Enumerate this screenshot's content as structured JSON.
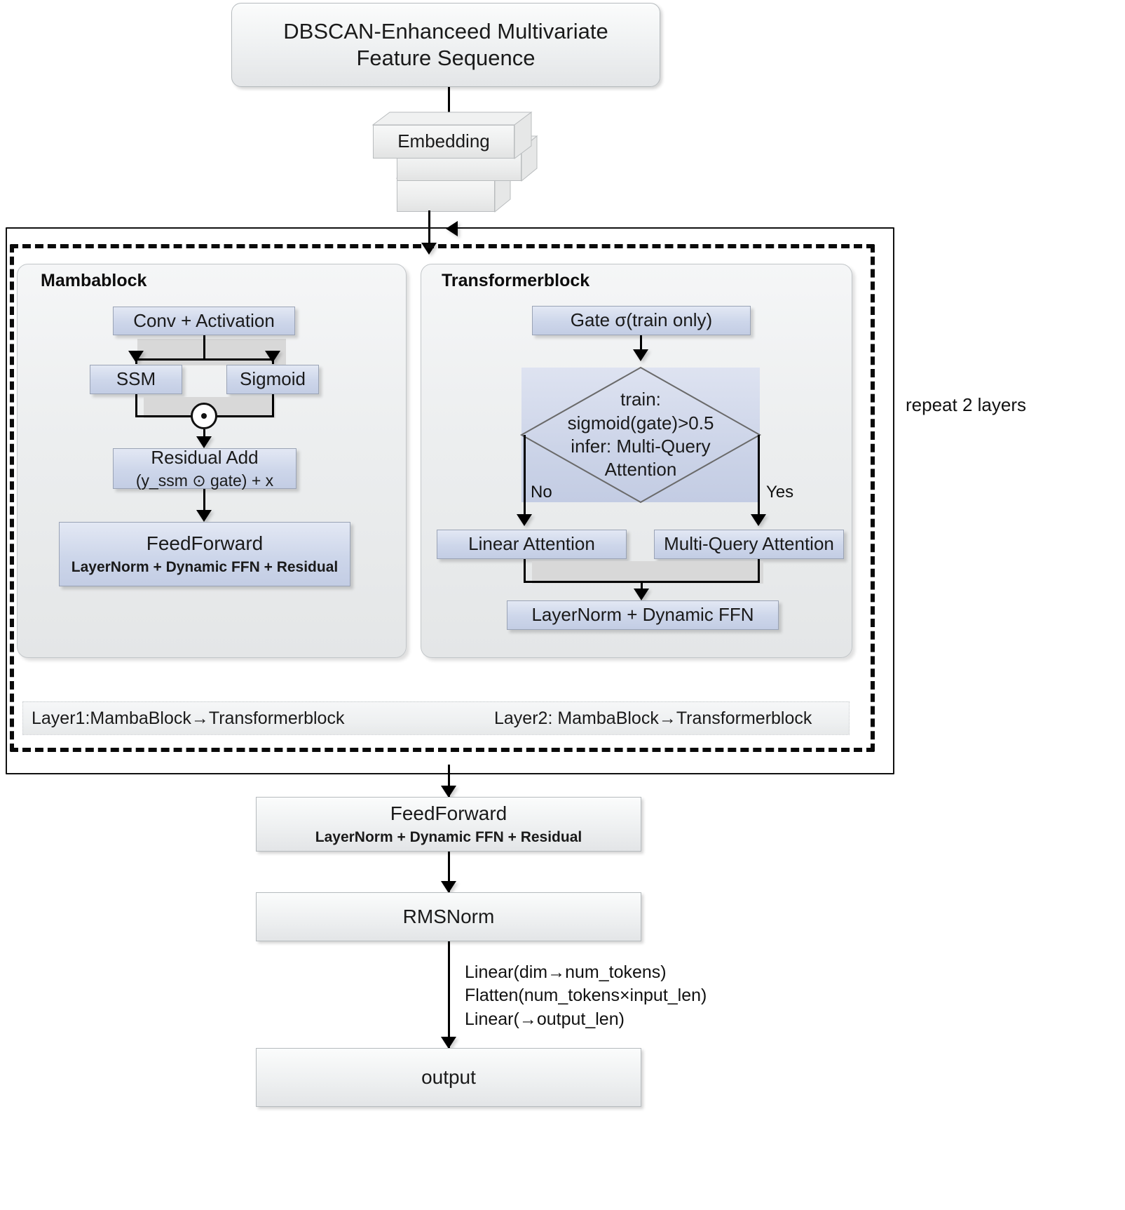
{
  "diagram": {
    "title_node": "DBSCAN-Enhanceed Multivariate Feature Sequence",
    "embedding": "Embedding",
    "repeat_label": "repeat 2 layers",
    "mamba": {
      "panel_title": "Mambablock",
      "conv": "Conv + Activation",
      "ssm": "SSM",
      "sigmoid": "Sigmoid",
      "residual_title": "Residual Add",
      "residual_sub": "(y_ssm ⊙ gate) + x",
      "ff_title": "FeedForward",
      "ff_sub": "LayerNorm + Dynamic FFN + Residual"
    },
    "transformer": {
      "panel_title": "Transformerblock",
      "gate": "Gate  σ(train only)",
      "decision": "train:\nsigmoid(gate)>0.5\ninfer:  Multi-Query\nAttention",
      "branch_no": "No",
      "branch_yes": "Yes",
      "linear_attention": "Linear Attention",
      "mqa": "Multi-Query Attention",
      "layernorm": "LayerNorm + Dynamic FFN"
    },
    "layer_summary": {
      "layer1": "Layer1:MambaBlock→Transformerblock",
      "layer2": "Layer2: MambaBlock→Transformerblock"
    },
    "tail": {
      "ff_title": "FeedForward",
      "ff_sub": "LayerNorm + Dynamic FFN + Residual",
      "rmsnorm": "RMSNorm",
      "edge_annotation": "Linear(dim→num_tokens)\nFlatten(num_tokens×input_len)\nLinear(→output_len)",
      "output": "output"
    }
  },
  "colors": {
    "blue_fill": "#cdd6ea",
    "grey_fill": "#eef0f1",
    "stroke": "#111111",
    "panel_fill": "#eceeef"
  }
}
